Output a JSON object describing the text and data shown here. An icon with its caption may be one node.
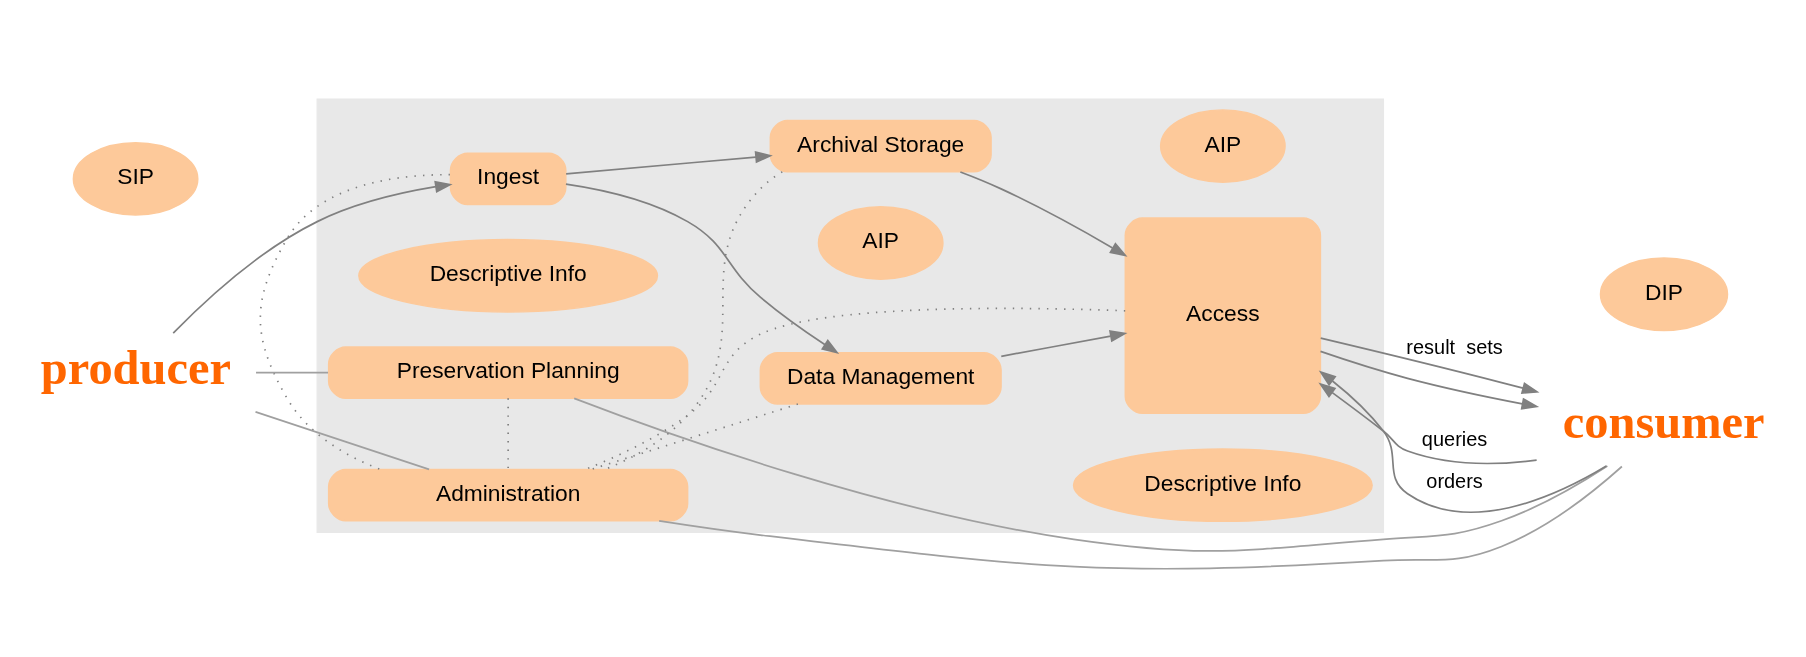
{
  "diagram": {
    "nodes": [
      {
        "text": [],
        "shape": "box"
      },
      {
        "text": [
          "Preservation Planning"
        ],
        "in": 0
      },
      {
        "text": [
          "Descriptive Info"
        ],
        "in": 0
      },
      {
        "text": [
          "Data Management"
        ],
        "in": 0
      },
      {
        "text": [
          "Descriptive Info"
        ],
        "in": 0
      },
      {
        "text": [
          "Ingest"
        ],
        "in": 0
      },
      {
        "text": [
          "Access"
        ],
        "in": 0
      },
      {
        "text": [
          "AIP"
        ],
        "in": 0
      },
      {
        "text": [
          "Archival Storage"
        ],
        "in": 0
      },
      {
        "text": [
          "AIP"
        ],
        "in": 0
      },
      {
        "text": [
          "Administration"
        ],
        "in": 0
      },
      {
        "text": [
          "producer"
        ]
      },
      {
        "text": [
          "SIP"
        ]
      },
      {
        "text": [
          "consumer"
        ]
      },
      {
        "text": [
          "DIP"
        ]
      }
    ],
    "edges": [
      {
        "from": 11,
        "to": 5,
        "arrow": "to"
      },
      {
        "from": 5,
        "to": 3,
        "arrow": "to"
      },
      {
        "from": 5,
        "to": 8,
        "arrow": "to"
      },
      {
        "from": 3,
        "to": 6,
        "arrow": "to"
      },
      {
        "from": 8,
        "to": 6,
        "arrow": "to"
      },
      {
        "from": 13,
        "to": 6,
        "arrow": "to",
        "label": "queries"
      },
      {
        "from": 6,
        "to": 13,
        "arrow": "to",
        "label": "result  sets"
      },
      {
        "from": 13,
        "to": 6,
        "arrow": "to",
        "label": "orders"
      },
      {
        "from": 6,
        "to": 13,
        "arrow": "to"
      },
      {
        "from": 5,
        "to": 10,
        "arrow": "none",
        "style": "dashed"
      },
      {
        "from": 1,
        "to": 10,
        "arrow": "none",
        "style": "dashed"
      },
      {
        "from": 3,
        "to": 10,
        "arrow": "none",
        "style": "dashed"
      },
      {
        "from": 8,
        "to": 10,
        "arrow": "none",
        "style": "dashed"
      },
      {
        "from": 6,
        "to": 10,
        "arrow": "none",
        "style": "dashed"
      },
      {
        "from": 11,
        "to": 1,
        "arrow": "none"
      },
      {
        "from": 11,
        "to": 10,
        "arrow": "none"
      },
      {
        "from": 1,
        "to": 13,
        "arrow": "none"
      },
      {
        "from": 10,
        "to": 13,
        "arrow": "none"
      }
    ]
  }
}
